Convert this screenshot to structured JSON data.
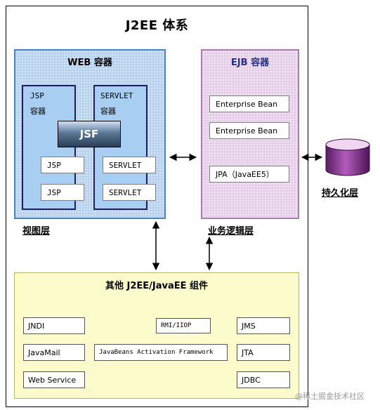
{
  "title": "J2EE 体系",
  "web_container": {
    "title": "WEB 容器",
    "jsp_container": {
      "line1": "JSP",
      "line2": "容器",
      "items": [
        "JSP",
        "JSP"
      ]
    },
    "servlet_container": {
      "line1": "SERVLET",
      "line2": "容器",
      "items": [
        "SERVLET",
        "SERVLET"
      ]
    },
    "jsf": "JSF",
    "layer_label": "视图层"
  },
  "ejb_container": {
    "title": "EJB 容器",
    "items": [
      "Enterprise Bean",
      "Enterprise Bean",
      "JPA（JavaEE5）"
    ],
    "layer_label": "业务逻辑层"
  },
  "persistence": {
    "label": "持久化层"
  },
  "other_components": {
    "title": "其他 J2EE/JavaEE 组件",
    "items": [
      "JNDI",
      "RMI/IIOP",
      "JMS",
      "JavaMail",
      "JavaBeans Activation Framework",
      "JTA",
      "Web Service",
      "JDBC"
    ]
  },
  "watermark": "@稀土掘金技术社区",
  "colors": {
    "web_fill": "#b9d3ee",
    "ejb_fill": "#e7d0ea",
    "others_fill": "#fcfbcc",
    "db_fill": "#8b2f8f"
  }
}
